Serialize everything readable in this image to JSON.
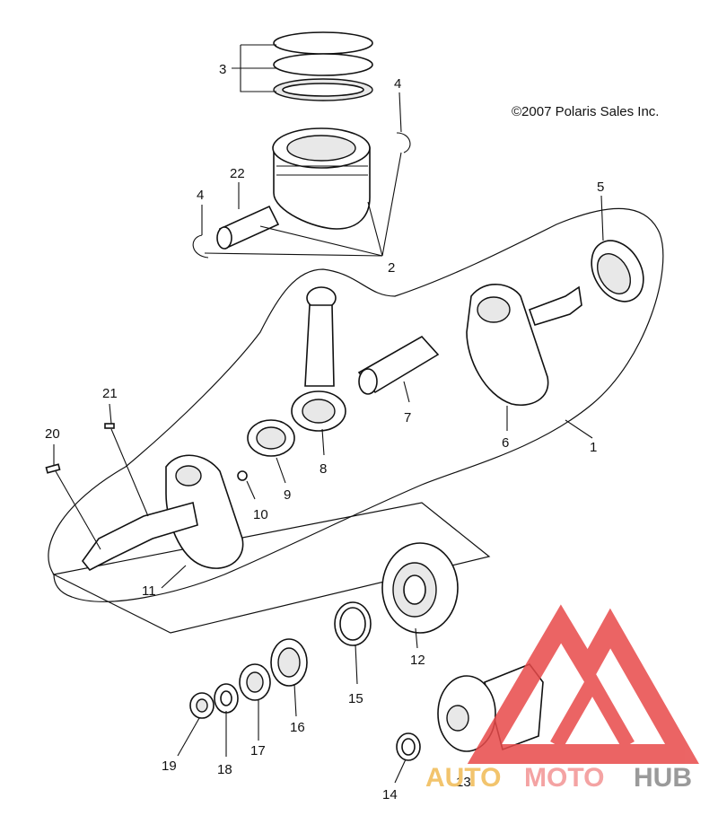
{
  "copyright": "©2007  Polaris Sales Inc.",
  "callouts": [
    {
      "id": "1",
      "text": "1"
    },
    {
      "id": "2",
      "text": "2"
    },
    {
      "id": "3",
      "text": "3"
    },
    {
      "id": "4a",
      "text": "4"
    },
    {
      "id": "4b",
      "text": "4"
    },
    {
      "id": "5",
      "text": "5"
    },
    {
      "id": "6",
      "text": "6"
    },
    {
      "id": "7",
      "text": "7"
    },
    {
      "id": "8",
      "text": "8"
    },
    {
      "id": "9",
      "text": "9"
    },
    {
      "id": "10",
      "text": "10"
    },
    {
      "id": "11",
      "text": "11"
    },
    {
      "id": "12",
      "text": "12"
    },
    {
      "id": "13",
      "text": "13"
    },
    {
      "id": "14",
      "text": "14"
    },
    {
      "id": "15",
      "text": "15"
    },
    {
      "id": "16",
      "text": "16"
    },
    {
      "id": "17",
      "text": "17"
    },
    {
      "id": "18",
      "text": "18"
    },
    {
      "id": "19",
      "text": "19"
    },
    {
      "id": "20",
      "text": "20"
    },
    {
      "id": "21",
      "text": "21"
    },
    {
      "id": "22",
      "text": "22"
    }
  ],
  "watermark": {
    "part1": "AUTO",
    "part2": "MOTO",
    "part3": "HUB",
    "logo_color": "#e84a4a"
  }
}
